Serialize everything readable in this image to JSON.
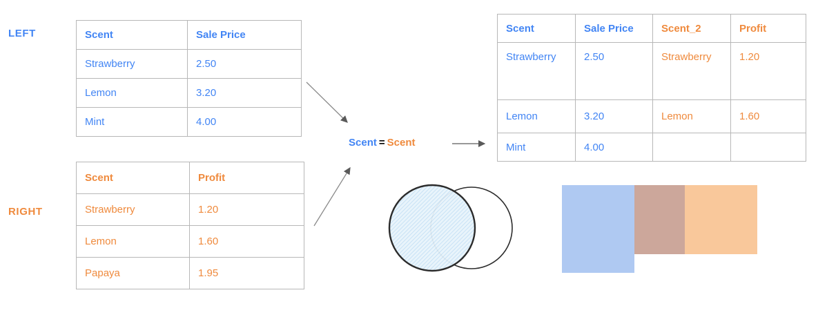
{
  "colors": {
    "blue": "#4285F4",
    "orange": "#EF8A3D",
    "black": "#000000",
    "border": "#b7b7b7",
    "bar_left": "#AFC9F2",
    "bar_overlap": "#CCA79B",
    "bar_right": "#F9C89B",
    "venn_fill": "#DCEBF8",
    "venn_stroke": "#333333"
  },
  "labels": {
    "left": "LEFT",
    "right": "RIGHT"
  },
  "join_condition": {
    "left_key": "Scent",
    "operator": "=",
    "right_key": "Scent"
  },
  "left_table": {
    "headers": [
      "Scent",
      "Sale Price"
    ],
    "rows": [
      [
        "Strawberry",
        "2.50"
      ],
      [
        "Lemon",
        "3.20"
      ],
      [
        "Mint",
        "4.00"
      ]
    ]
  },
  "right_table": {
    "headers": [
      "Scent",
      "Profit"
    ],
    "rows": [
      [
        "Strawberry",
        "1.20"
      ],
      [
        "Lemon",
        "1.60"
      ],
      [
        "Papaya",
        "1.95"
      ]
    ]
  },
  "result_table": {
    "headers": [
      "Scent",
      "Sale Price",
      "Scent_2",
      "Profit"
    ],
    "rows": [
      [
        "Strawberry",
        "2.50",
        "Strawberry",
        "1.20"
      ],
      [
        "Lemon",
        "3.20",
        "Lemon",
        "1.60"
      ],
      [
        "Mint",
        "4.00",
        "",
        ""
      ]
    ]
  }
}
